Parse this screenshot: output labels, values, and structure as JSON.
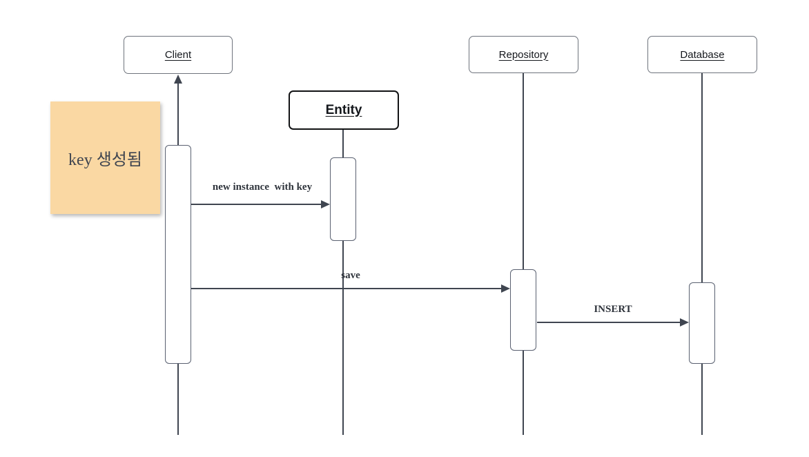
{
  "diagram": {
    "type": "uml-sequence",
    "participants": [
      {
        "id": "client",
        "label": "Client"
      },
      {
        "id": "entity",
        "label": "Entity"
      },
      {
        "id": "repository",
        "label": "Repository"
      },
      {
        "id": "database",
        "label": "Database"
      }
    ],
    "messages": [
      {
        "label": "new instance  with key",
        "from": "Client",
        "to": "Entity"
      },
      {
        "label": "save",
        "from": "Client",
        "to": "Repository"
      },
      {
        "label": "INSERT",
        "from": "Repository",
        "to": "Database"
      }
    ],
    "note": {
      "text": "key 생성됨"
    },
    "colors": {
      "line": "#3f4550",
      "box-border": "#6e737c",
      "activation-border": "#596070",
      "entity-border": "#111214",
      "note-fill": "#fad8a3",
      "background": "#ffffff"
    }
  }
}
